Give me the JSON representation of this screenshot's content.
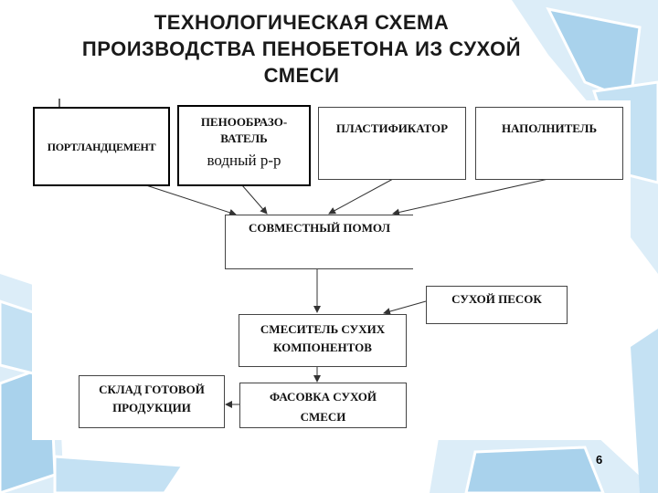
{
  "slide": {
    "title_line1": "ТЕХНОЛОГИЧЕСКАЯ СХЕМА",
    "title_line2": "ПРОИЗВОДСТВА ПЕНОБЕТОНА ИЗ СУХОЙ",
    "title_line3": "СМЕСИ",
    "page_number": "6"
  },
  "nodes": {
    "portlandcement": "ПОРТЛАНДЦЕМЕНТ",
    "foaming_line1": "ПЕНООБРАЗО-",
    "foaming_line2": "ВАТЕЛЬ",
    "foaming_line3": "водный р-р",
    "plasticizer": "ПЛАСТИФИКАТОР",
    "fillers": "НАПОЛНИТЕЛЬ",
    "joint_grinding": "СОВМЕСТНЫЙ ПОМОЛ",
    "dry_sand": "СУХОЙ ПЕСОК",
    "mixer_line1": "СМЕСИТЕЛЬ СУХИХ",
    "mixer_line2": "КОМПОНЕНТОВ",
    "warehouse_line1": "СКЛАД ГОТОВОЙ",
    "warehouse_line2": "ПРОДУКЦИИ",
    "packing_line1": "ФАСОВКА СУХОЙ",
    "packing_line2": "СМЕСИ"
  },
  "colors": {
    "decor_blue": "#9ec9e6",
    "decor_light": "#d6ebf7"
  }
}
